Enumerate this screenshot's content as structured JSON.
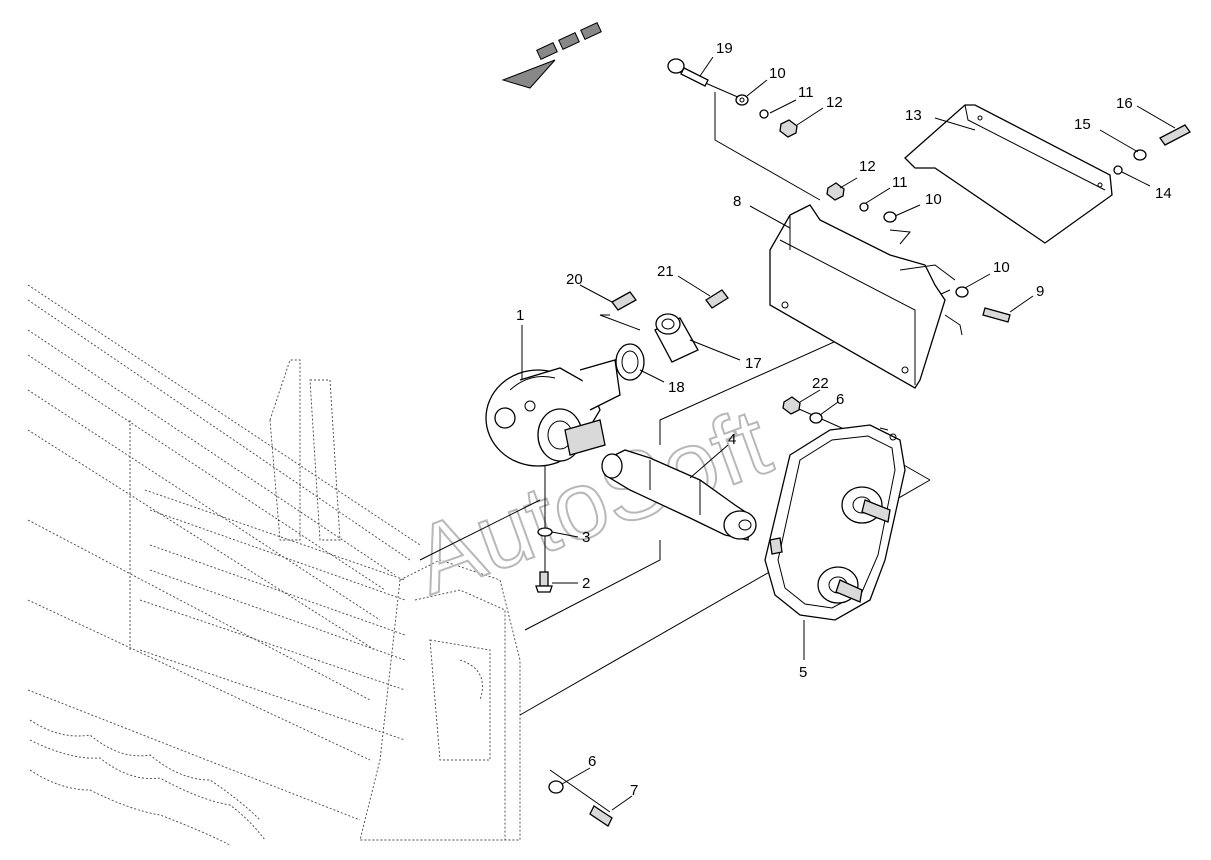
{
  "watermark": "AutoSoft",
  "callouts": [
    {
      "id": "c1",
      "text": "1"
    },
    {
      "id": "c2",
      "text": "2"
    },
    {
      "id": "c3",
      "text": "3"
    },
    {
      "id": "c4",
      "text": "4"
    },
    {
      "id": "c5",
      "text": "5"
    },
    {
      "id": "c6a",
      "text": "6"
    },
    {
      "id": "c6b",
      "text": "6"
    },
    {
      "id": "c7",
      "text": "7"
    },
    {
      "id": "c8",
      "text": "8"
    },
    {
      "id": "c9",
      "text": "9"
    },
    {
      "id": "c10a",
      "text": "10"
    },
    {
      "id": "c10b",
      "text": "10"
    },
    {
      "id": "c10c",
      "text": "10"
    },
    {
      "id": "c11a",
      "text": "11"
    },
    {
      "id": "c11b",
      "text": "11"
    },
    {
      "id": "c12a",
      "text": "12"
    },
    {
      "id": "c12b",
      "text": "12"
    },
    {
      "id": "c13",
      "text": "13"
    },
    {
      "id": "c14",
      "text": "14"
    },
    {
      "id": "c15",
      "text": "15"
    },
    {
      "id": "c16",
      "text": "16"
    },
    {
      "id": "c17",
      "text": "17"
    },
    {
      "id": "c18",
      "text": "18"
    },
    {
      "id": "c19",
      "text": "19"
    },
    {
      "id": "c20",
      "text": "20"
    },
    {
      "id": "c21",
      "text": "21"
    },
    {
      "id": "c22",
      "text": "22"
    }
  ]
}
